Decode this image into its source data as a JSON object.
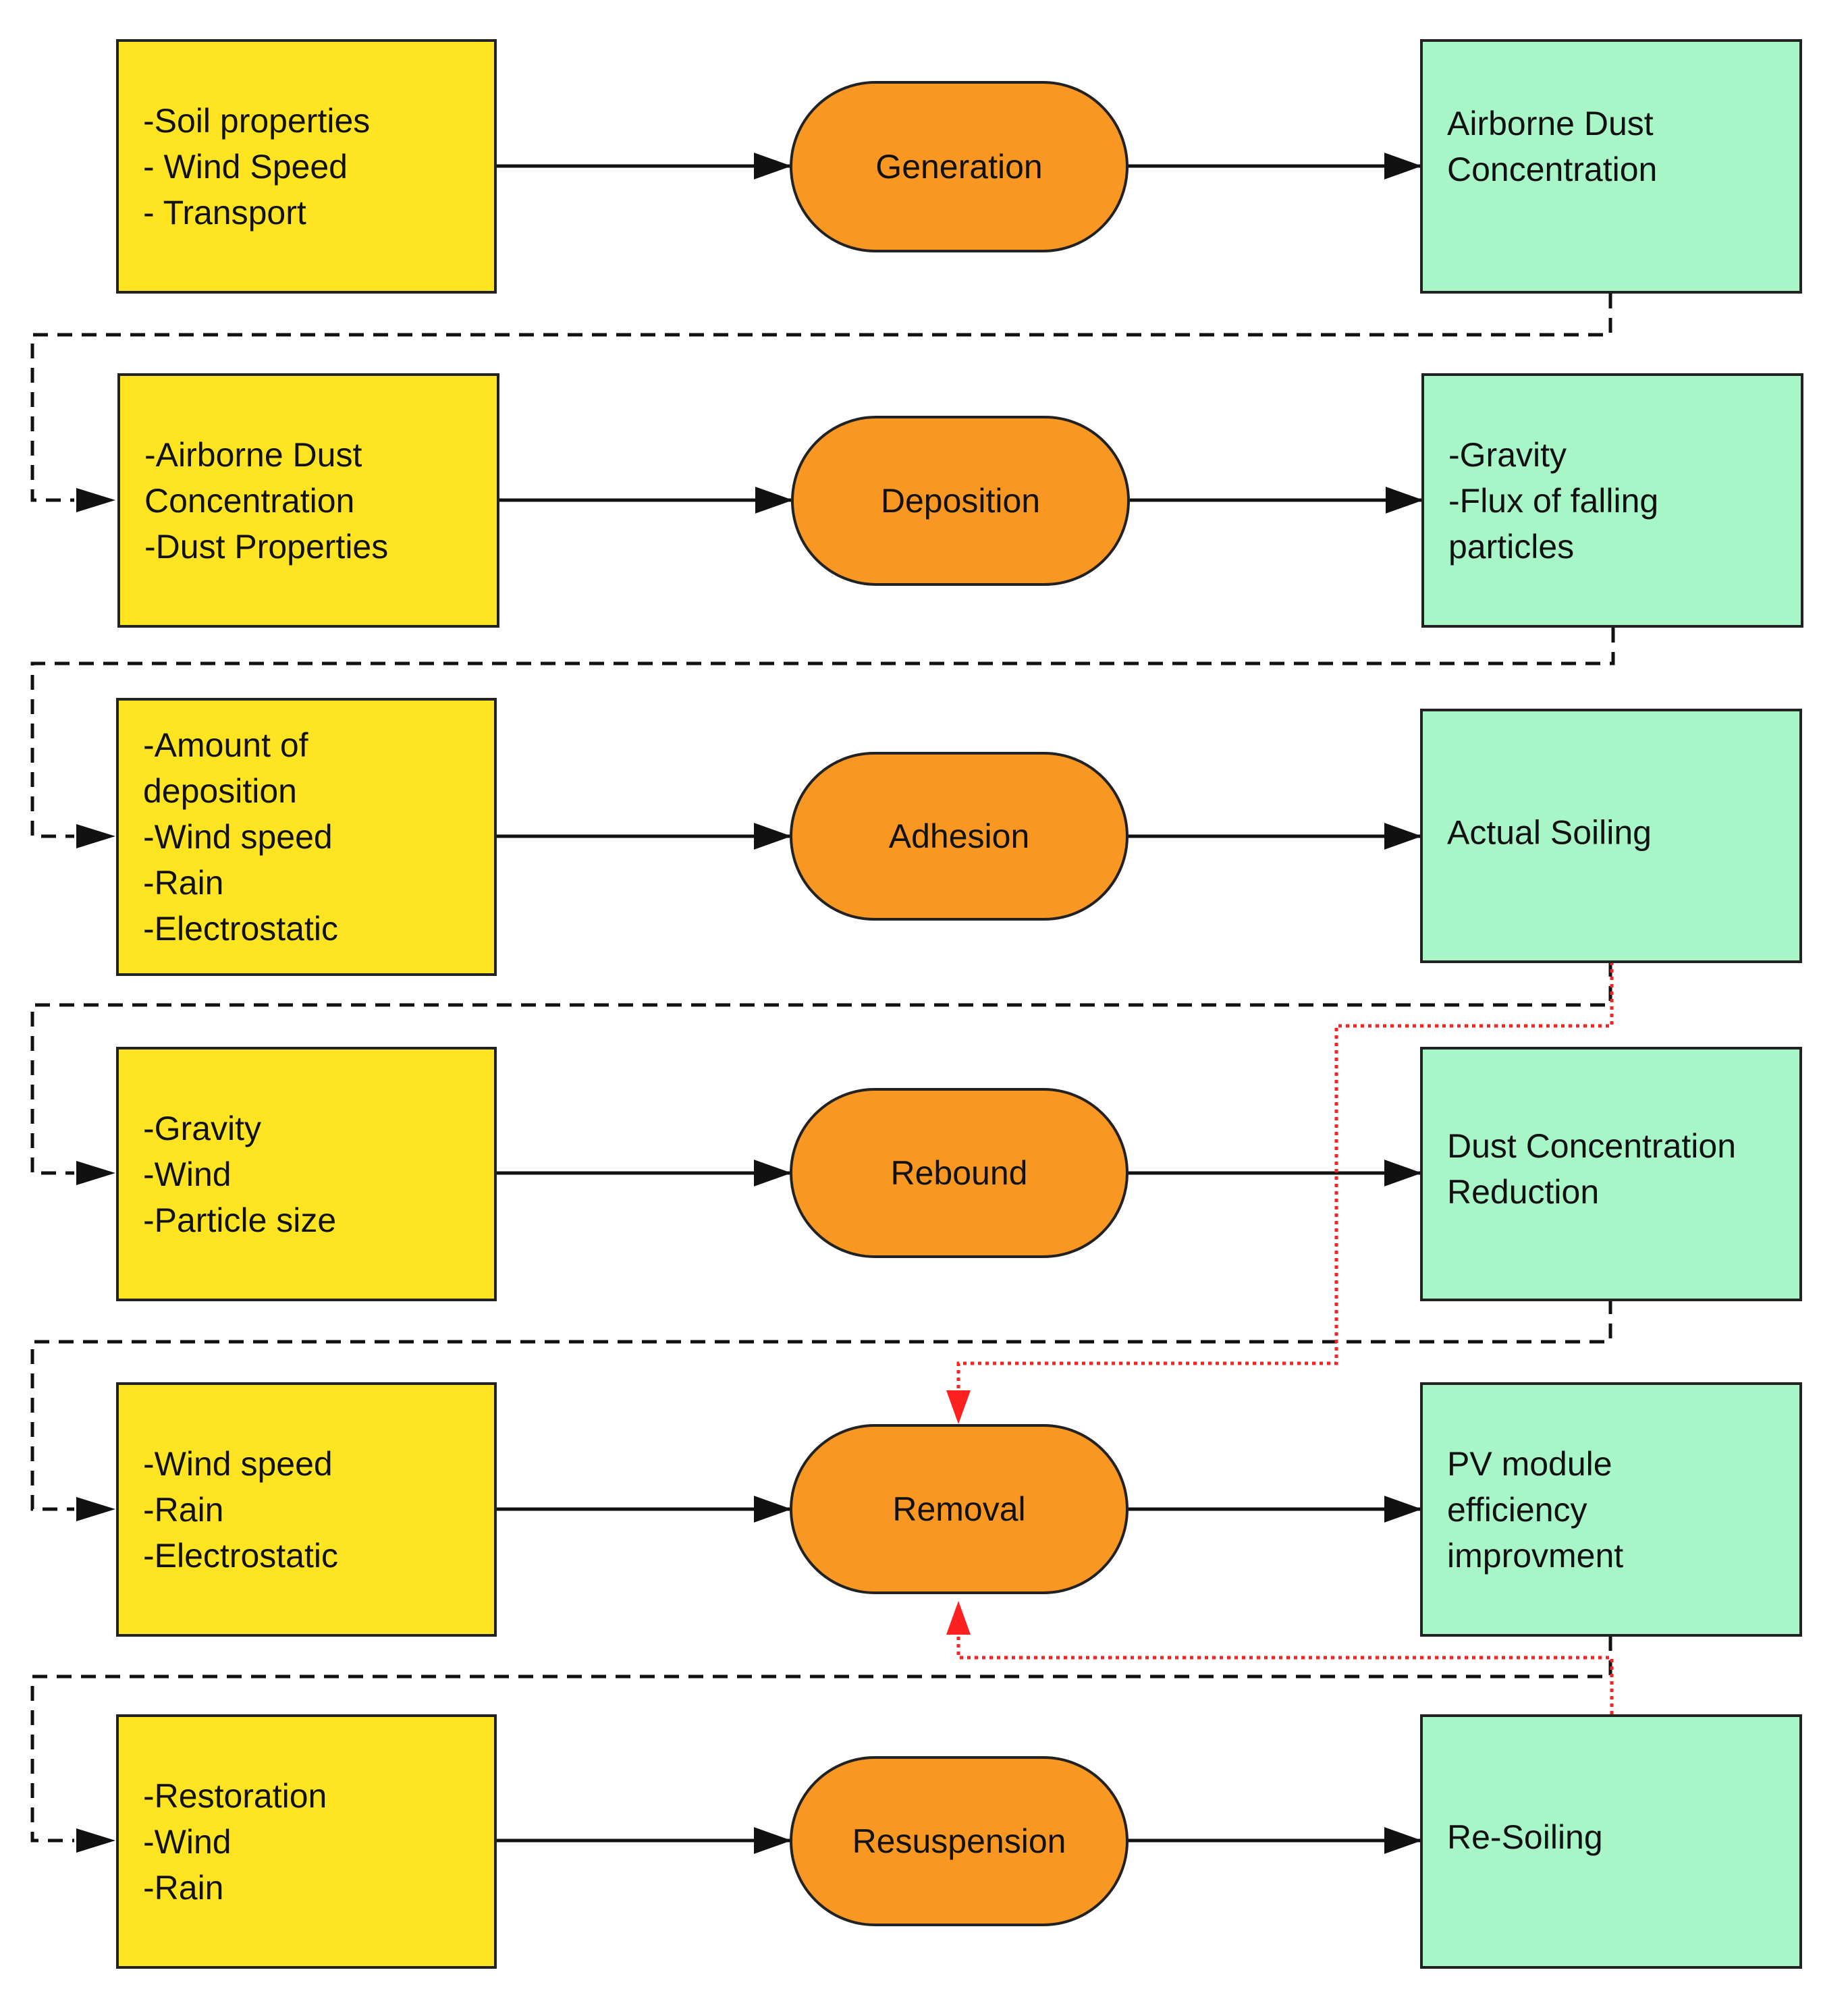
{
  "rows": [
    {
      "inputs": [
        "-Soil properties",
        "- Wind Speed",
        "- Transport"
      ],
      "process": "Generation",
      "output": [
        "Airborne Dust",
        "Concentration"
      ]
    },
    {
      "inputs": [
        "-Airborne Dust",
        "Concentration",
        "-Dust Properties"
      ],
      "process": "Deposition",
      "output": [
        "-Gravity",
        "-Flux of falling",
        "particles"
      ]
    },
    {
      "inputs": [
        "-Amount of",
        "deposition",
        "-Wind speed",
        "-Rain",
        "-Electrostatic"
      ],
      "process": "Adhesion",
      "output": [
        "Actual Soiling"
      ]
    },
    {
      "inputs": [
        "-Gravity",
        "-Wind",
        "-Particle size"
      ],
      "process": "Rebound",
      "output": [
        "Dust Concentration",
        "Reduction"
      ]
    },
    {
      "inputs": [
        "-Wind speed",
        "-Rain",
        "-Electrostatic"
      ],
      "process": "Removal",
      "output": [
        "PV module",
        "efficiency",
        "improvment"
      ]
    },
    {
      "inputs": [
        "-Restoration",
        "-Wind",
        "-Rain"
      ],
      "process": "Resuspension",
      "output": [
        "Re-Soiling"
      ]
    }
  ],
  "colors": {
    "input_fill": "#ffe422",
    "process_fill": "#f89722",
    "output_fill": "#a8f5c8",
    "feedback_line": "#ff2020",
    "line": "#111111"
  }
}
